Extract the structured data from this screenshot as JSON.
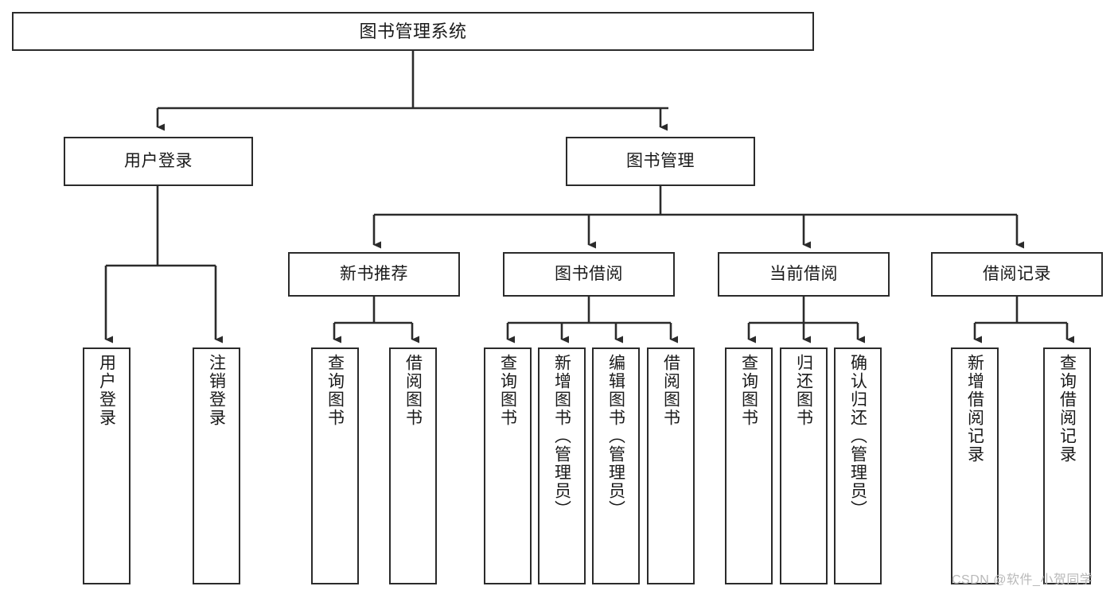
{
  "diagram": {
    "type": "hierarchy-tree",
    "title": "图书管理系统",
    "root": {
      "label": "图书管理系统"
    },
    "level2": [
      {
        "label": "用户登录"
      },
      {
        "label": "图书管理"
      }
    ],
    "level3": [
      {
        "label": "新书推荐"
      },
      {
        "label": "图书借阅"
      },
      {
        "label": "当前借阅"
      },
      {
        "label": "借阅记录"
      }
    ],
    "leaves": {
      "user_login": [
        {
          "label": "用户登录"
        },
        {
          "label": "注销登录"
        }
      ],
      "new_book_recommend": [
        {
          "label": "查询图书"
        },
        {
          "label": "借阅图书"
        }
      ],
      "book_borrow": [
        {
          "label": "查询图书"
        },
        {
          "label": "新增图书（管理员）"
        },
        {
          "label": "编辑图书（管理员）"
        },
        {
          "label": "借阅图书"
        }
      ],
      "current_borrow": [
        {
          "label": "查询图书"
        },
        {
          "label": "归还图书"
        },
        {
          "label": "确认归还（管理员）"
        }
      ],
      "borrow_record": [
        {
          "label": "新增借阅记录"
        },
        {
          "label": "查询借阅记录"
        }
      ]
    }
  },
  "watermark": {
    "text": "CSDN @软件_小贺同学"
  },
  "colors": {
    "border": "#2b2b2b",
    "connector": "#2b2b2b",
    "background": "#ffffff",
    "text": "#1a1a1a",
    "watermark": "#b9b9b9"
  }
}
